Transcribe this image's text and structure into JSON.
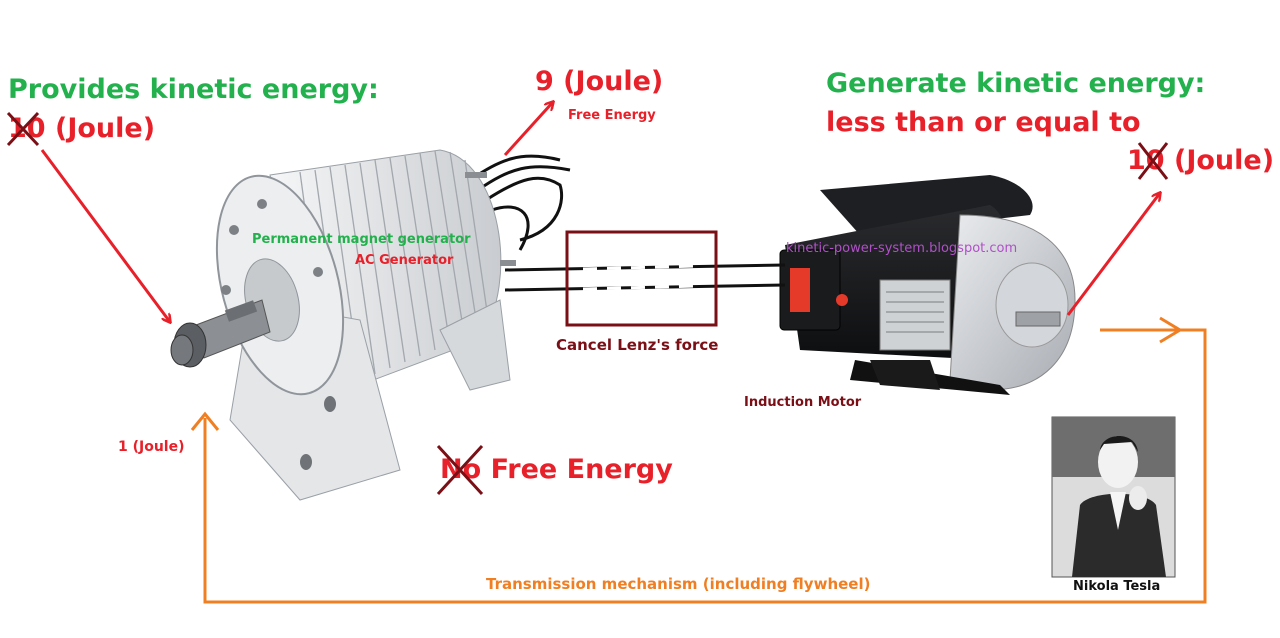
{
  "labels": {
    "provides_line1": "Provides kinetic energy:",
    "provides_value_struck": "10",
    "provides_unit": "(Joule)",
    "free_value": "9 (Joule)",
    "free_energy_small": "Free Energy",
    "generate_line1": "Generate kinetic energy:",
    "generate_line2": "less than or equal to",
    "generate_value_struck": "10",
    "generate_unit": "(Joule)",
    "pm_generator": "Permanent magnet generator",
    "ac_generator": "AC Generator",
    "watermark": "kinetic-power-system.blogspot.com",
    "lenz": "Cancel Lenz's force",
    "induction_motor": "Induction Motor",
    "one_joule": "1 (Joule)",
    "no_struck": "No",
    "no_free_energy_rest": "Free Energy",
    "transmission": "Transmission mechanism (including flywheel)",
    "tesla_caption": "Nikola Tesla"
  },
  "colors": {
    "green": "#22b14c",
    "red": "#e8202a",
    "maroon": "#7a0f16",
    "orange": "#f07f23",
    "violet": "#b050c8"
  }
}
